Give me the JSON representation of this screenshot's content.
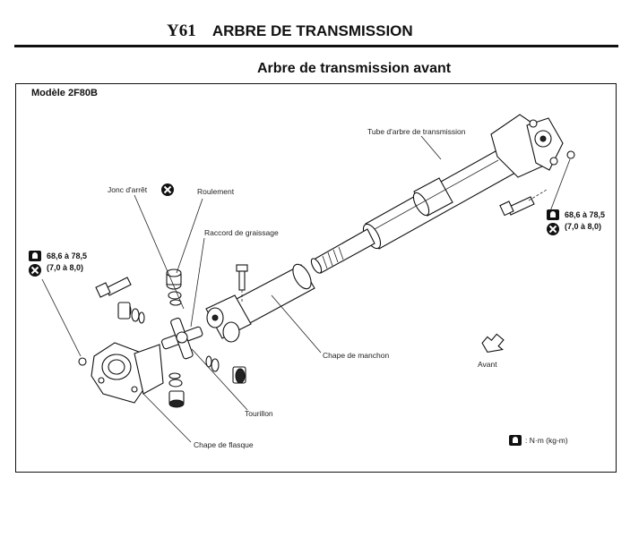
{
  "header": {
    "code": "Y61",
    "title": "ARBRE DE TRANSMISSION"
  },
  "section_title": "Arbre de transmission avant",
  "model": "Modèle 2F80B",
  "labels": {
    "tube": "Tube d'arbre de transmission",
    "jonc": "Jonc d'arrêt",
    "roulement": "Roulement",
    "raccord": "Raccord de graissage",
    "chape_manchon": "Chape de manchon",
    "avant": "Avant",
    "tourillon": "Tourillon",
    "chape_flasque": "Chape de flasque"
  },
  "torque_left": {
    "range": "68,6 à 78,5",
    "alt": "(7,0 à 8,0)"
  },
  "torque_right": {
    "range": "68,6 à 78,5",
    "alt": "(7,0 à 8,0)"
  },
  "legend": {
    "text": ": N·m (kg-m)"
  },
  "icons": [
    "torque-wrench-icon",
    "replace-part-icon",
    "forward-arrow-icon"
  ]
}
